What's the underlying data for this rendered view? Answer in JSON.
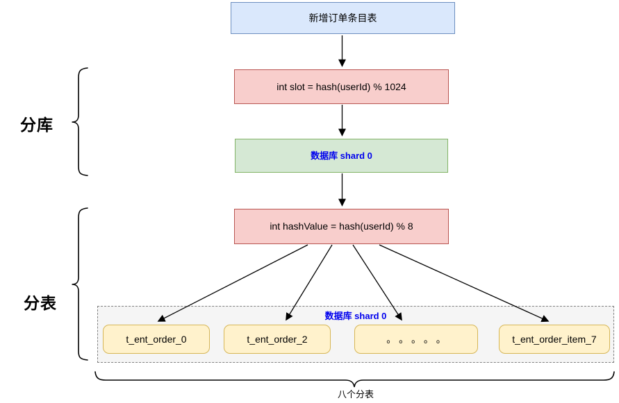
{
  "diagram": {
    "nodes": {
      "entry": {
        "label": "新增订单条目表",
        "type": "blue"
      },
      "slot": {
        "label": "int slot = hash(userId) % 1024",
        "type": "red"
      },
      "db_shard": {
        "label": "数据库 shard 0",
        "type": "green"
      },
      "hash_value": {
        "label": "int hashValue = hash(userId) % 8",
        "type": "red"
      }
    },
    "shard_container": {
      "label": "数据库 shard 0",
      "tables": [
        {
          "label": "t_ent_order_0"
        },
        {
          "label": "t_ent_order_2"
        },
        {
          "label": "。  。  。  。  。"
        },
        {
          "label": "t_ent_order_item_7"
        }
      ]
    },
    "annotations": {
      "db_brace_label": "分库",
      "table_brace_label": "分表",
      "bottom_brace_label": "八个分表"
    },
    "colors": {
      "blue_fill": "#dae8fc",
      "blue_stroke": "#6c8ebf",
      "red_fill": "#f8cecc",
      "red_stroke": "#b85450",
      "green_fill": "#d5e8d4",
      "green_stroke": "#82b366",
      "yellow_fill": "#fff2cc",
      "yellow_stroke": "#d6b656",
      "container_fill": "#f5f5f5",
      "container_stroke": "#808080",
      "shard_text": "#0000ee",
      "arrow": "#000000"
    }
  }
}
